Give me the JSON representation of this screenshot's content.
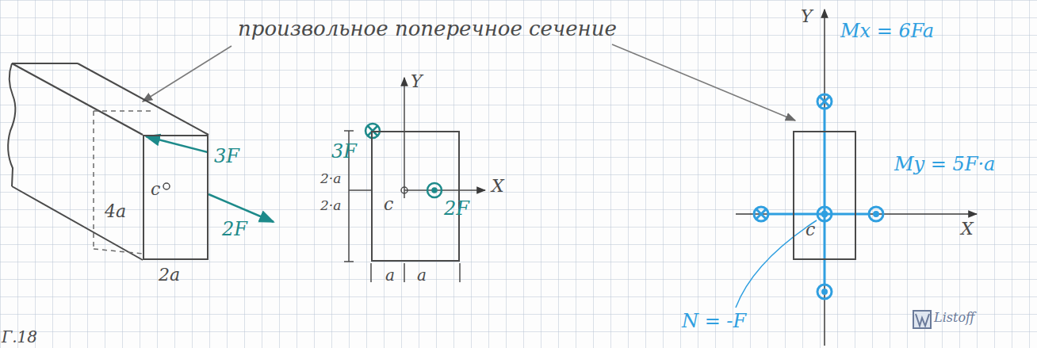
{
  "diagram": {
    "nodes": [
      {
        "text": [
          "c"
        ]
      },
      {
        "text": [
          "c"
        ]
      },
      {
        "text": [
          "c"
        ]
      }
    ],
    "labels": [
      "произвольное поперечное сечение",
      "3F",
      "2F",
      "4a",
      "2a",
      "Y",
      "X",
      "3F",
      "2F",
      "2·a",
      "2·a",
      "a",
      "a",
      "Y",
      "X",
      "Mx = 6Fa",
      "My = 5F·a",
      "N = -F",
      "Listoff",
      "Г.18"
    ]
  }
}
